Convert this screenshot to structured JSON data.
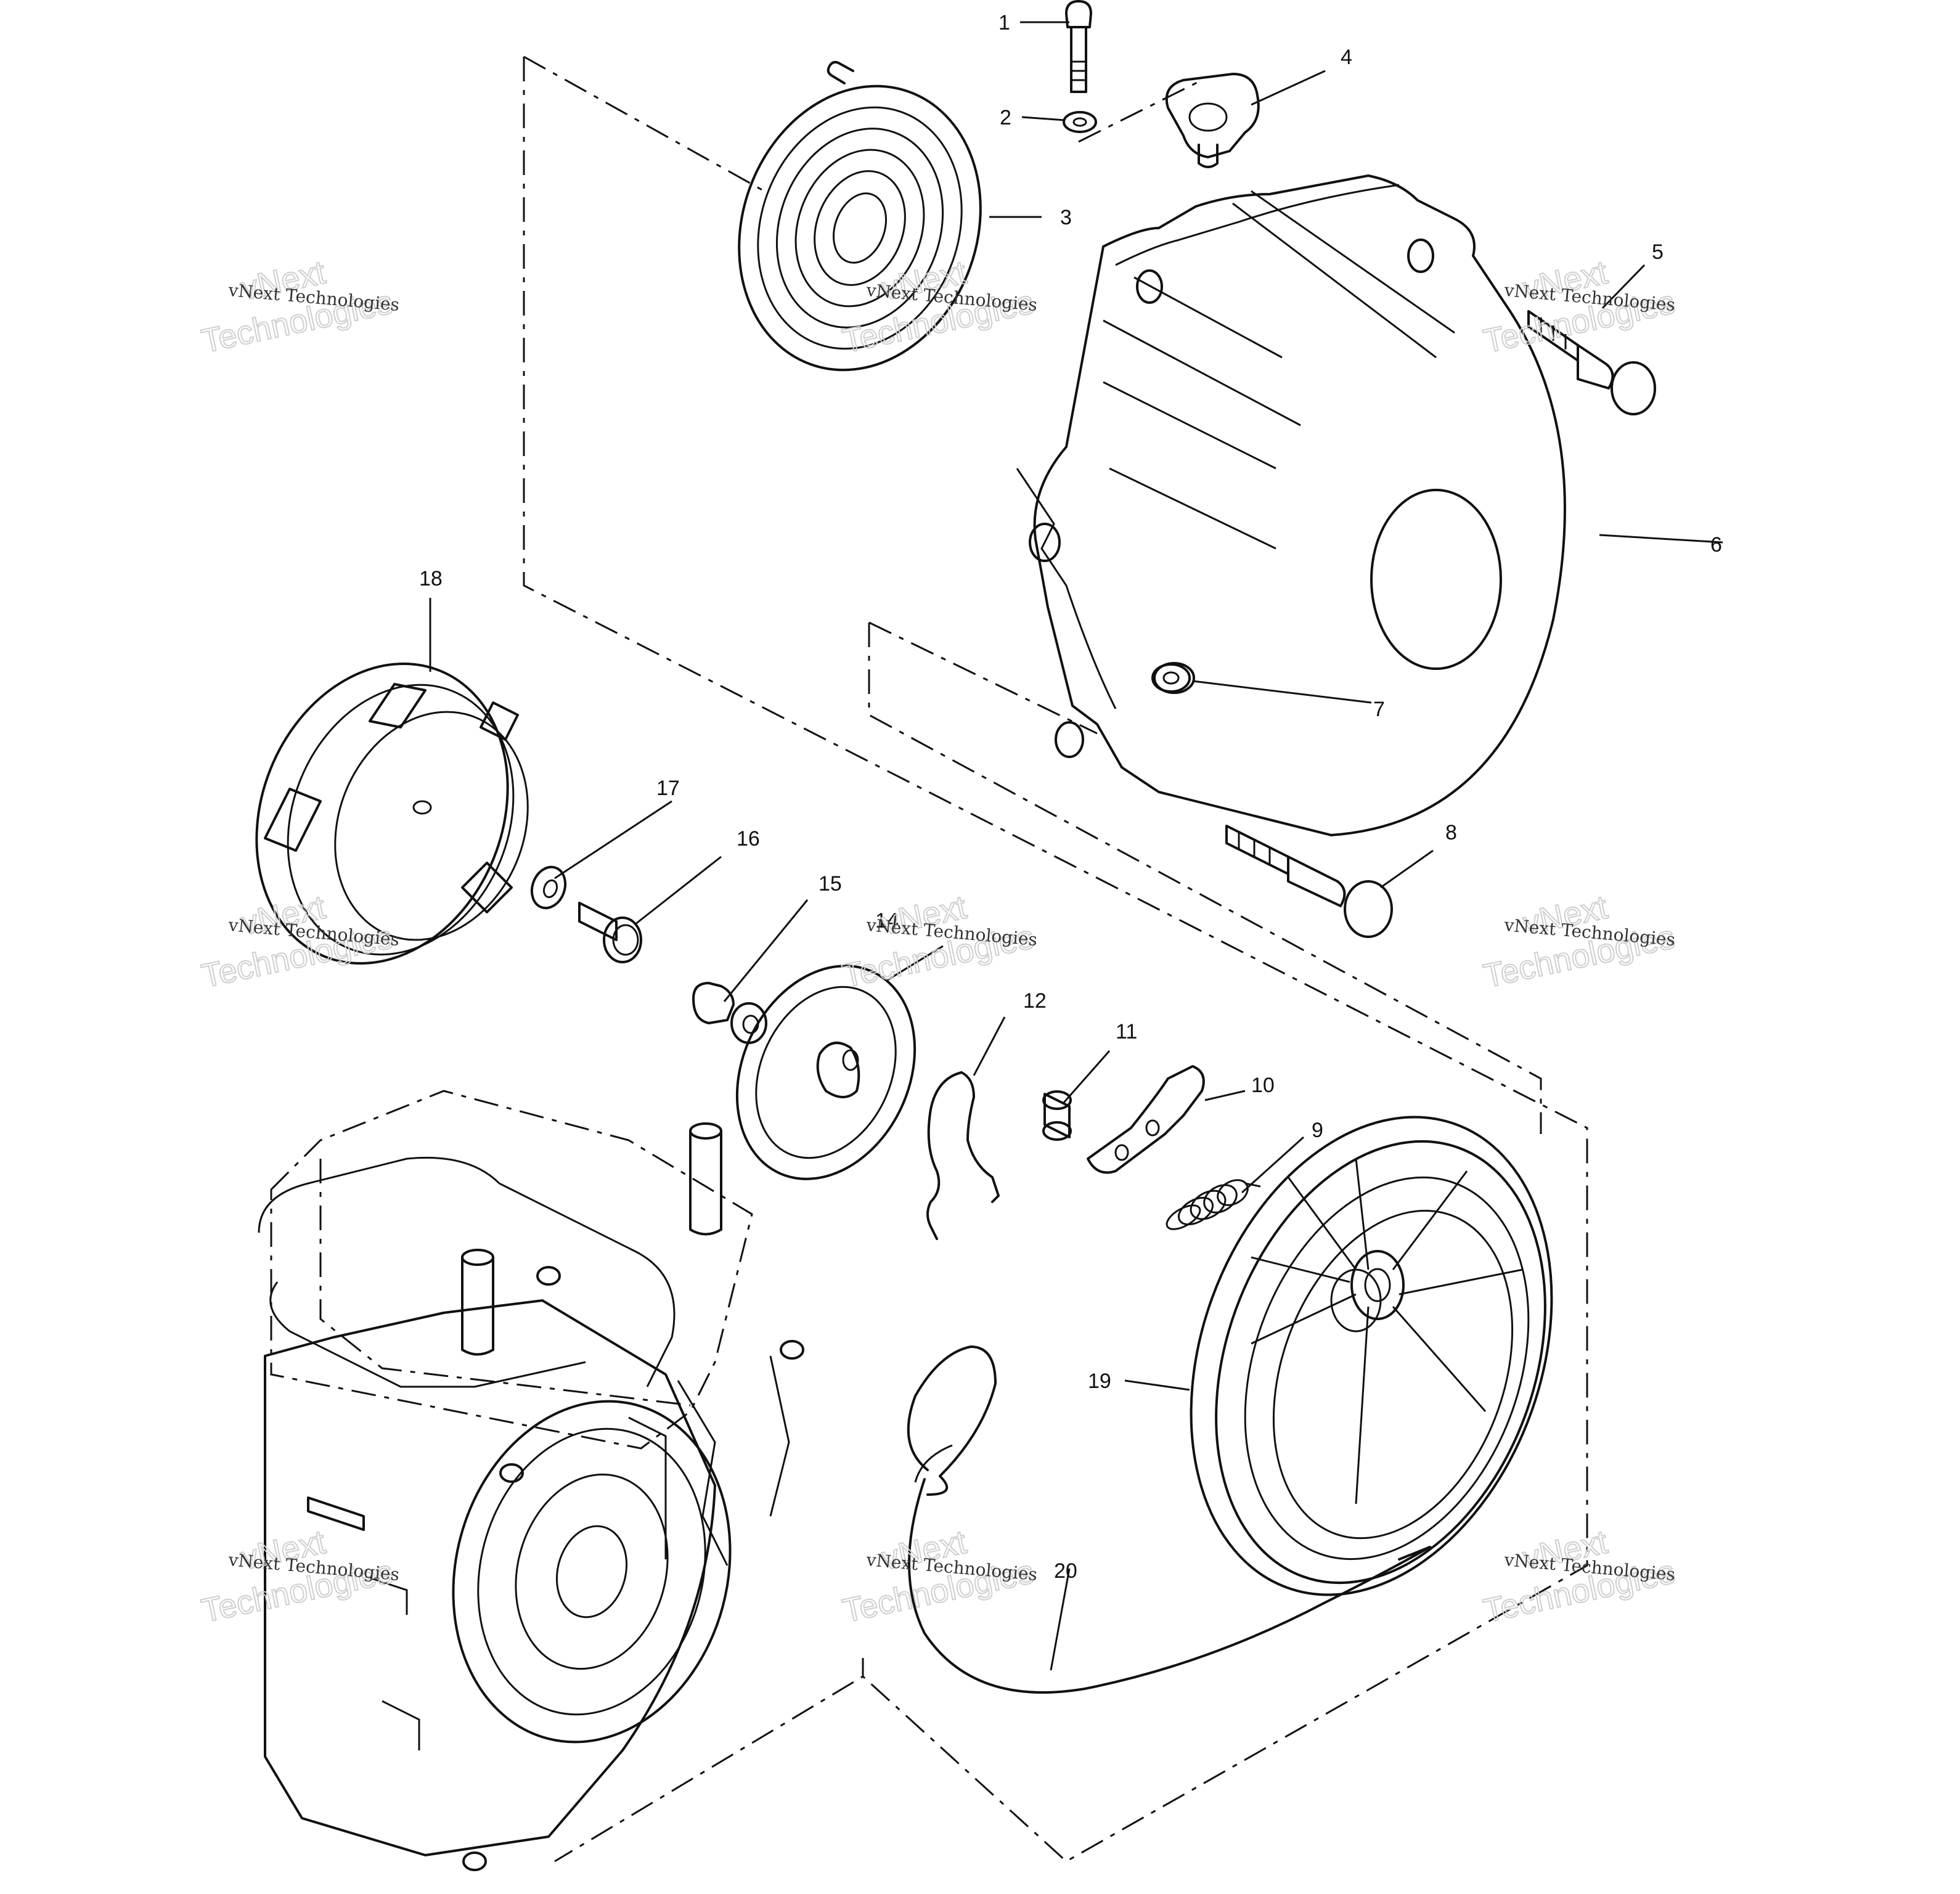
{
  "diagram": {
    "callouts": [
      {
        "id": "1",
        "label": "1"
      },
      {
        "id": "2",
        "label": "2"
      },
      {
        "id": "3",
        "label": "3"
      },
      {
        "id": "4",
        "label": "4"
      },
      {
        "id": "5",
        "label": "5"
      },
      {
        "id": "6",
        "label": "6"
      },
      {
        "id": "7",
        "label": "7"
      },
      {
        "id": "8",
        "label": "8"
      },
      {
        "id": "9",
        "label": "9"
      },
      {
        "id": "10",
        "label": "10"
      },
      {
        "id": "11",
        "label": "11"
      },
      {
        "id": "12",
        "label": "12"
      },
      {
        "id": "14",
        "label": "14"
      },
      {
        "id": "15",
        "label": "15"
      },
      {
        "id": "16",
        "label": "16"
      },
      {
        "id": "17",
        "label": "17"
      },
      {
        "id": "18",
        "label": "18"
      },
      {
        "id": "19",
        "label": "19"
      },
      {
        "id": "20",
        "label": "20"
      }
    ],
    "watermark": {
      "small_text": "vNext Technologies",
      "big_line1": "vNext",
      "big_line2": "Technologies"
    }
  }
}
